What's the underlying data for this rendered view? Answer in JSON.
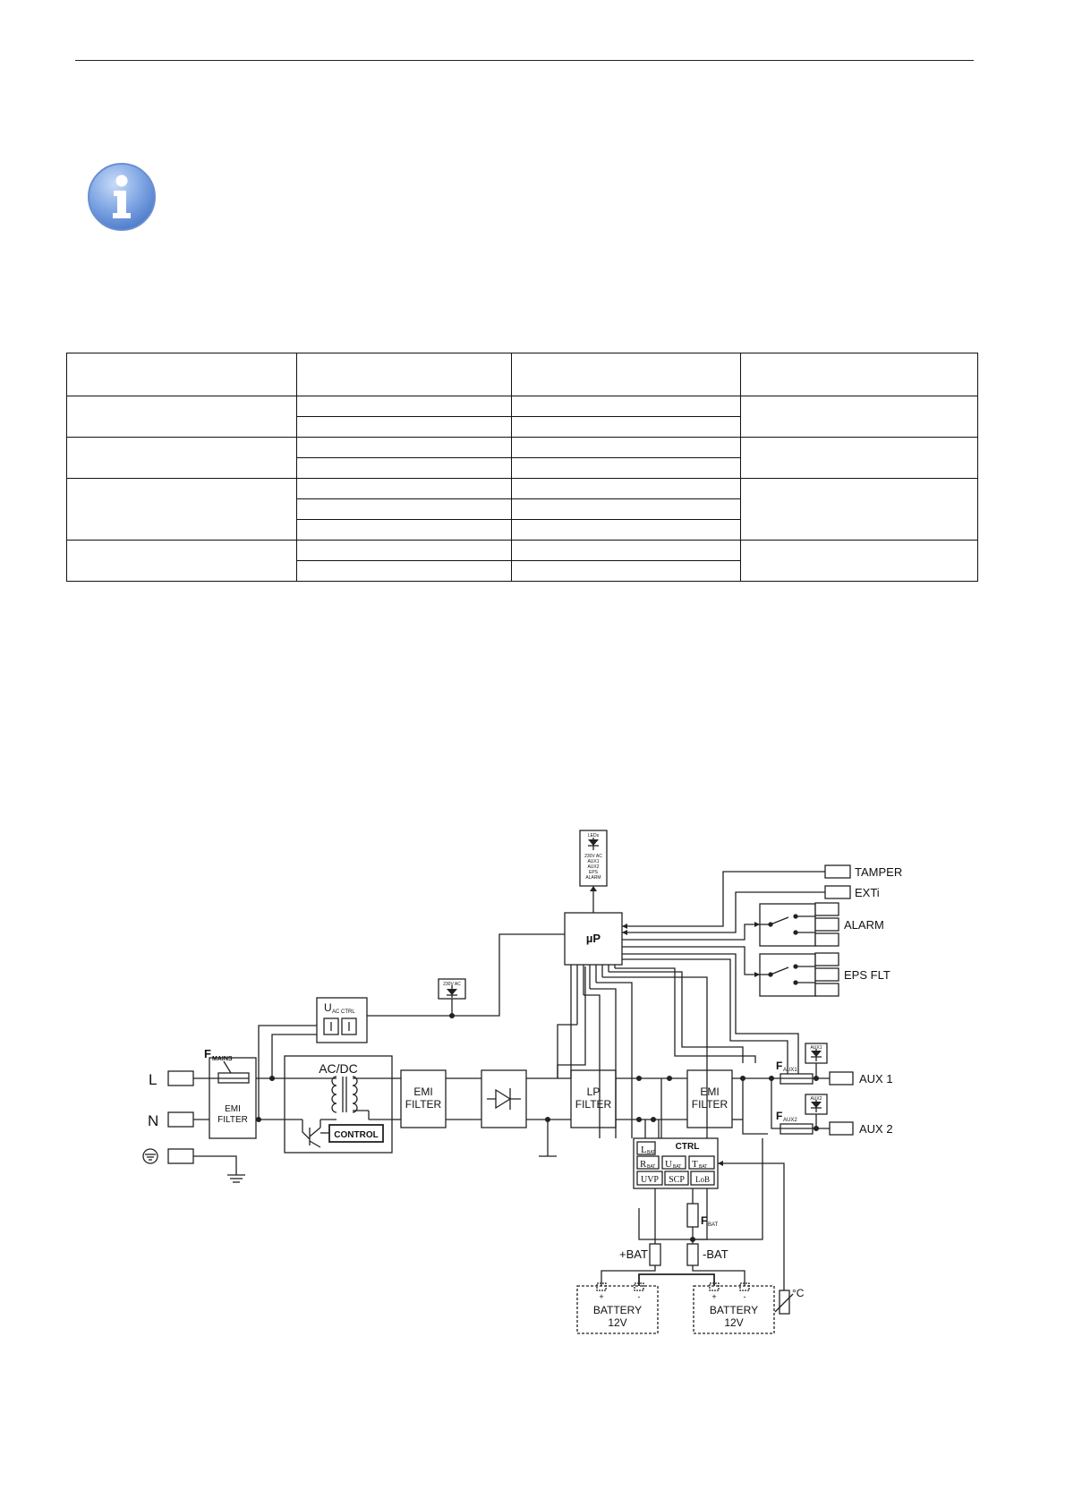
{
  "diagram": {
    "labels": {
      "L": "L",
      "N": "N",
      "f_mains_main": "F",
      "f_mains_sub": "MAINS",
      "emi1_l1": "EMI",
      "emi1_l2": "FILTER",
      "acdc": "AC/DC",
      "control": "CONTROL",
      "uac_main": "U",
      "uac_sub": "AC CTRL",
      "led230": "230V AC",
      "emi2_l1": "EMI",
      "emi2_l2": "FILTER",
      "lp_l1": "LP",
      "lp_l2": "FILTER",
      "emi3_l1": "EMI",
      "emi3_l2": "FILTER",
      "up": "µP",
      "leds_title": "LEDs",
      "leds_l1": "230V AC",
      "leds_l2": "AUX1",
      "leds_l3": "AUX2",
      "leds_l4": "EPS",
      "leds_l5": "ALARM",
      "tamper": "TAMPER",
      "exti": "EXTi",
      "alarm": "ALARM",
      "eps_flt": "EPS FLT",
      "aux1": "AUX 1",
      "aux2": "AUX 2",
      "faux1_main": "F",
      "faux1_sub": "AUX1",
      "faux2_main": "F",
      "faux2_sub": "AUX2",
      "led_aux1": "AUX1",
      "led_aux2": "AUX2",
      "ctrl": "CTRL",
      "ctrl_l": "L",
      "ctrl_r": "R",
      "ctrl_u": "U",
      "ctrl_t": "T",
      "ctrl_bat": "BAT",
      "uvp": "UVP",
      "scp": "SCP",
      "lob": "LoB",
      "fbat_main": "F",
      "fbat_sub": "BAT",
      "plus_bat": "+BAT",
      "minus_bat": "-BAT",
      "battery1_l1": "BATTERY",
      "battery1_l2": "12V",
      "battery2_l1": "BATTERY",
      "battery2_l2": "12V",
      "plus": "+",
      "minus": "-",
      "temp": "°C"
    }
  }
}
